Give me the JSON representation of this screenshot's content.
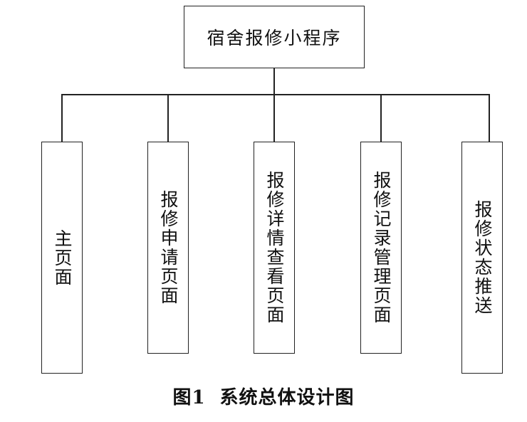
{
  "diagram": {
    "type": "tree",
    "root": {
      "label": "宿舍报修小程序"
    },
    "leaves": [
      {
        "label": "主页面"
      },
      {
        "label": "报修申请页面"
      },
      {
        "label": "报修详情查看页面"
      },
      {
        "label": "报修记录管理页面"
      },
      {
        "label": "报修状态推送"
      }
    ]
  },
  "caption": {
    "number": "图1",
    "title": "系统总体设计图"
  },
  "colors": {
    "stroke": "#222222",
    "background": "#ffffff",
    "text": "#111111"
  }
}
